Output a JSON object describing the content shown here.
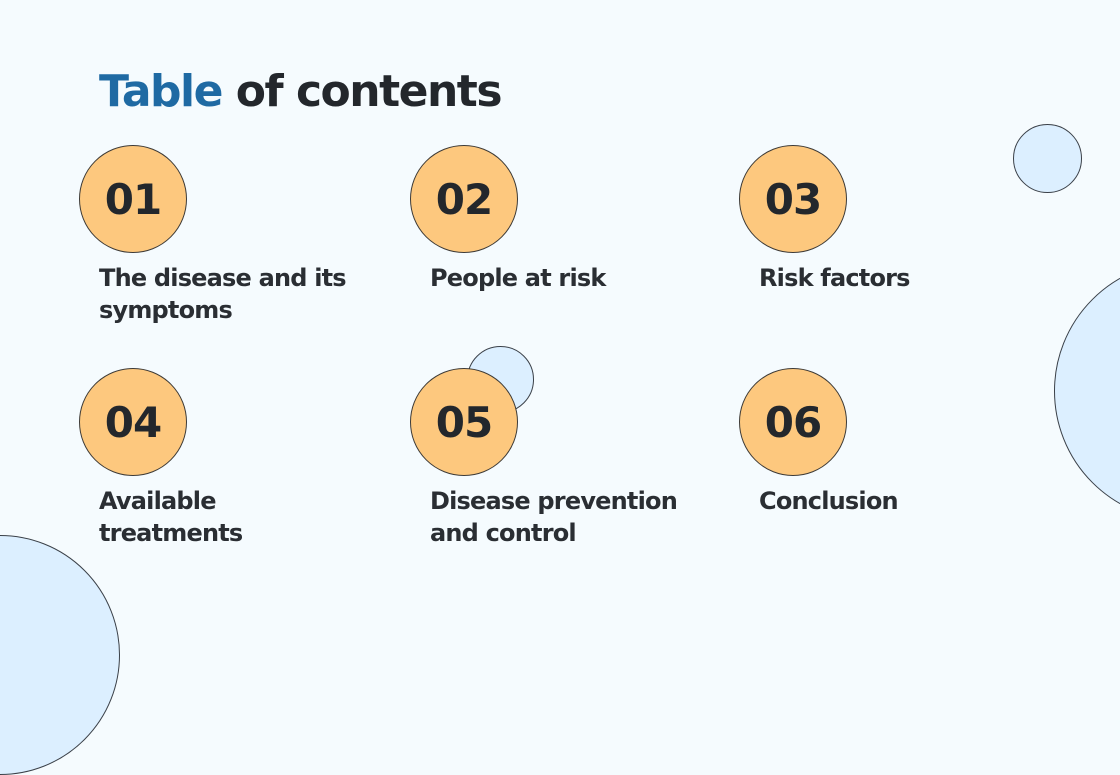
{
  "slide": {
    "title_highlight": "Table",
    "title_rest": "of contents",
    "colors": {
      "background": "#f5fbfe",
      "title_highlight": "#1f6aa3",
      "text": "#23272c",
      "number_circle": "#fdc87e",
      "decor_circle": "#dcefff"
    },
    "items": [
      {
        "number": "01",
        "label": "The disease and its symptoms"
      },
      {
        "number": "02",
        "label": "People at risk"
      },
      {
        "number": "03",
        "label": "Risk factors"
      },
      {
        "number": "04",
        "label": "Available treatments"
      },
      {
        "number": "05",
        "label": "Disease prevention and control"
      },
      {
        "number": "06",
        "label": "Conclusion"
      }
    ]
  }
}
